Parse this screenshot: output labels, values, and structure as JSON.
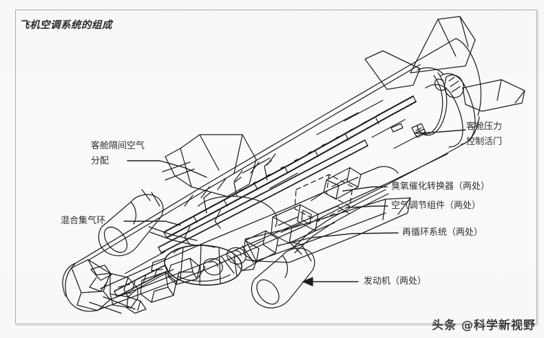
{
  "document": {
    "title": "飞机空调系统的组成",
    "type": "technical-cutaway-diagram",
    "subject": "aircraft-air-conditioning-system",
    "background_color": "#f8f8f7",
    "line_color": "#1d1d1d",
    "border_color": "#a9a9a9"
  },
  "callouts": {
    "cabin_pressure_valve": {
      "line1": "客舱压力",
      "line2": "控制活门",
      "side": "right"
    },
    "ozone_converter": {
      "text": "臭氧催化转换器（两处）",
      "side": "right"
    },
    "air_conditioning_pack": {
      "text": "空气调节组件（两处）",
      "side": "right"
    },
    "recirculation_system": {
      "text": "再循环系统（两处）",
      "side": "right"
    },
    "engine": {
      "text": "发动机（两处）",
      "side": "right"
    },
    "cabin_air_distribution": {
      "line1": "客舱隔间空气",
      "line2": "分配",
      "side": "left"
    },
    "mixing_manifold": {
      "text": "混合集气环",
      "side": "left"
    }
  },
  "watermark": {
    "text": "头条 @科学新视野"
  }
}
